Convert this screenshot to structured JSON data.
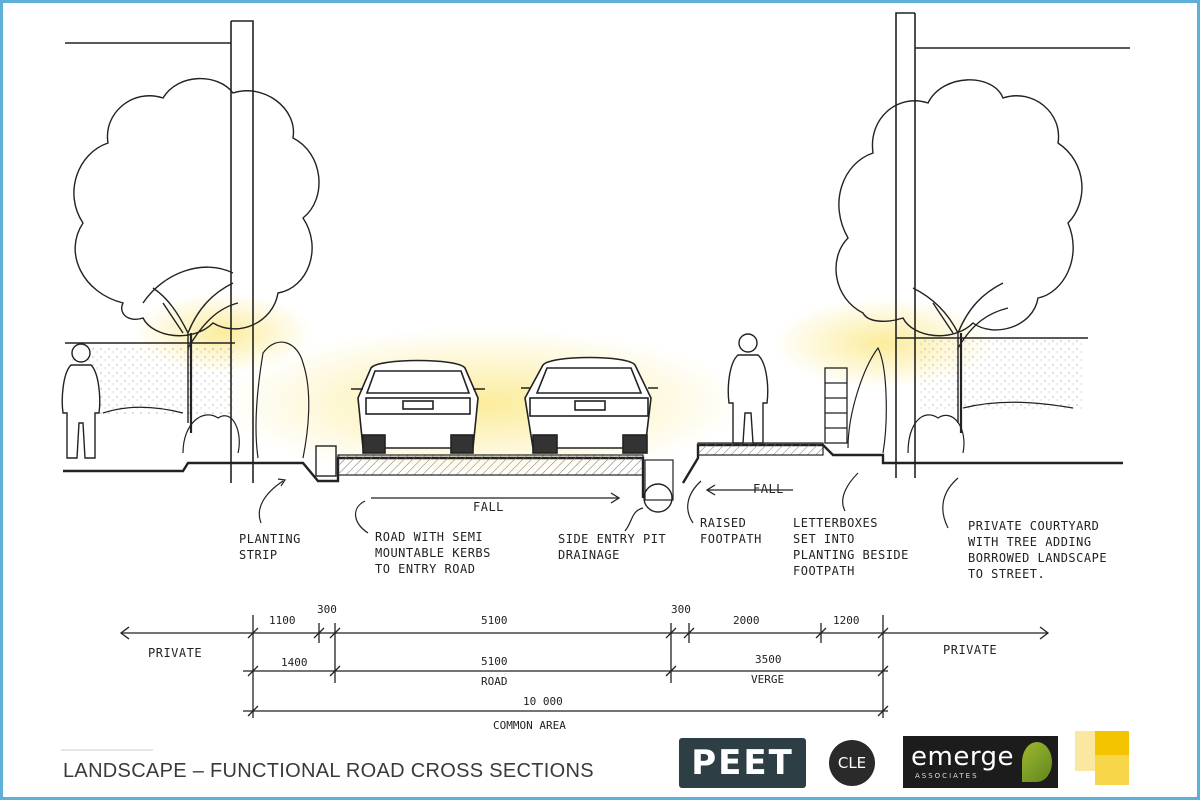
{
  "footer": {
    "title": "LANDSCAPE – FUNCTIONAL ROAD CROSS SECTIONS",
    "logos": {
      "peet": "PEET",
      "cle": "CLE",
      "emerge_main": "emerge",
      "emerge_sub": "ASSOCIATES"
    }
  },
  "annotations": {
    "fall_left": "FALL",
    "fall_right": "FALL",
    "planting_strip": [
      "PLANTING",
      "STRIP"
    ],
    "road": [
      "ROAD WITH SEMI",
      "MOUNTABLE KERBS",
      "TO ENTRY ROAD"
    ],
    "side_entry": [
      "SIDE ENTRY PIT",
      "DRAINAGE"
    ],
    "raised": [
      "RAISED",
      "FOOTPATH"
    ],
    "letterboxes": [
      "LETTERBOXES",
      "SET INTO",
      "PLANTING BESIDE",
      "FOOTPATH"
    ],
    "courtyard": [
      "PRIVATE COURTYARD",
      "WITH TREE ADDING",
      "BORROWED LANDSCAPE",
      "TO STREET."
    ]
  },
  "dimensions": {
    "private_left": "PRIVATE",
    "private_right": "PRIVATE",
    "row1": [
      "1100",
      "300",
      "5100",
      "300",
      "2000",
      "1200"
    ],
    "row2": [
      "1400",
      "5100",
      "3500"
    ],
    "row2_labels": [
      "ROAD",
      "VERGE"
    ],
    "row3": "10 000",
    "row3_label": "COMMON AREA"
  },
  "colors": {
    "frame": "#5fb0d6",
    "glow": "#fbe98a",
    "ink": "#222222"
  }
}
